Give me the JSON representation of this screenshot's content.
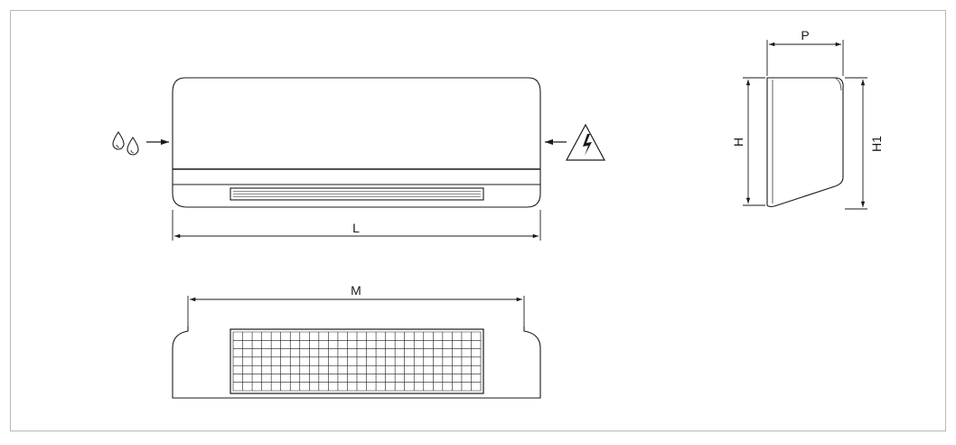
{
  "drawing": {
    "front_view": {
      "width_label": "L",
      "water_connection_icon": "water-drops-icon",
      "electrical_connection_icon": "high-voltage-warning-icon"
    },
    "bottom_view": {
      "width_label": "M"
    },
    "side_view": {
      "depth_label": "P",
      "height_label": "H",
      "overall_height_label": "H1"
    }
  },
  "colors": {
    "line": "#1a1a1a",
    "border": "#b8b8b8",
    "background": "#ffffff"
  }
}
